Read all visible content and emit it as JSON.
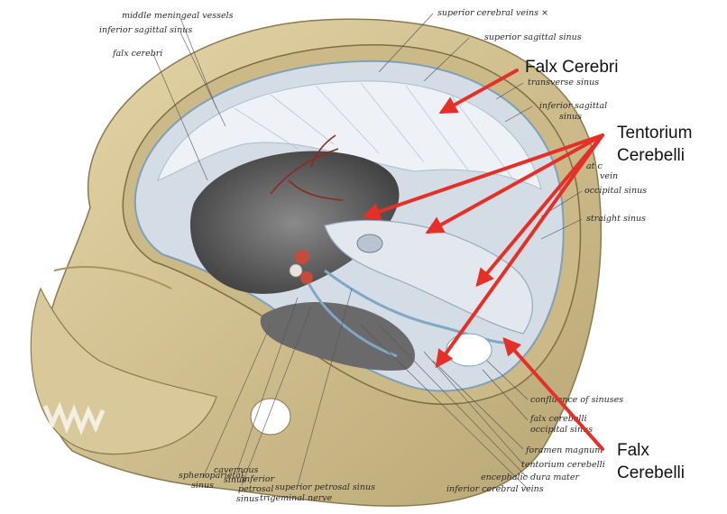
{
  "anatomy_labels": {
    "middle_meningeal_vessels": "middle meningeal vessels",
    "inferior_sagittal_sinus_top": "inferior sagittal sinus",
    "falx_cerebri_small": "falx cerebri",
    "superior_cerebral_veins": "superior cerebral veins ×",
    "superior_sagittal_sinus": "superior sagittal sinus",
    "transverse_sinus": "transverse sinus",
    "inferior_sagittal_right_1": "inferior sagittal",
    "inferior_sagittal_right_2": "sinus",
    "great_cerebral_vein_1": "at c",
    "great_cerebral_vein_2": "vein",
    "occipital_sinus_right": "occipital sinus",
    "straight_sinus": "straight sinus",
    "confluence_of_sinuses": "confluence of sinuses",
    "falx_cerebelli_small": "falx cerebelli",
    "occipital_sinus_bottom": "occipital sinus",
    "foramen_magnum": "foramen magnum",
    "tentorium_cerebelli_small": "tentorium cerebelli",
    "encephalic_dura_mater": "encephalic dura mater",
    "inferior_cerebral_veins": "inferior cerebral veins",
    "sphenoparietal_1": "sphenoparietal",
    "sphenoparietal_2": "sinus",
    "cavernous_1": "cavernous",
    "cavernous_2": "sinus",
    "inferior_petrosal_1": "inferior",
    "inferior_petrosal_2": "petrosal",
    "inferior_petrosal_3": "sinus",
    "superior_petrosal": "superior petrosal sinus",
    "trigeminal_nerve": "trigeminal nerve"
  },
  "callouts": {
    "falx_cerebri": "Falx Cerebri",
    "tentorium_1": "Tentorium",
    "tentorium_2": "Cerebelli",
    "falx_cerebelli_1": "Falx",
    "falx_cerebelli_2": "Cerebelli"
  },
  "colors": {
    "arrow": "#e53027",
    "bone": "#d8c79a",
    "bone_shadow": "#9c8a5c",
    "dura": "#c9d3dd",
    "dura_light": "#e8edf2",
    "cavity_dark": "#5a5a5a",
    "vessel": "#8a2a1f"
  }
}
